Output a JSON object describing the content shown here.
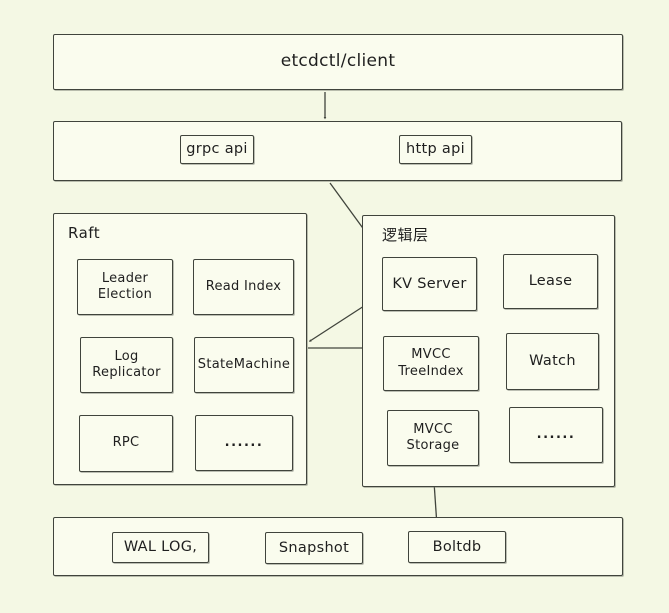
{
  "colors": {
    "background": "#f4f8e4",
    "box_fill": "#fafcee",
    "stroke": "#40443c",
    "text": "#1f1f1f"
  },
  "client_box": {
    "label": "etcdctl/client"
  },
  "api_box": {
    "items": [
      {
        "label": "grpc api"
      },
      {
        "label": "http api"
      }
    ]
  },
  "raft": {
    "title": "Raft",
    "items": [
      {
        "label": "Leader Election"
      },
      {
        "label": "Read Index"
      },
      {
        "label": "Log Replicator"
      },
      {
        "label": "StateMachine"
      },
      {
        "label": "RPC"
      },
      {
        "label": "......"
      }
    ]
  },
  "logic": {
    "title": "逻辑层",
    "items": [
      {
        "label": "KV Server"
      },
      {
        "label": "Lease"
      },
      {
        "label": "MVCC TreeIndex"
      },
      {
        "label": "Watch"
      },
      {
        "label": "MVCC Storage"
      },
      {
        "label": "......"
      }
    ]
  },
  "storage_box": {
    "items": [
      {
        "label": "WAL LOG,"
      },
      {
        "label": "Snapshot"
      },
      {
        "label": "Boltdb"
      }
    ]
  },
  "arrows": [
    {
      "from": "etcdctl/client",
      "to": "api layer"
    },
    {
      "from": "api layer",
      "to": "KV Server"
    },
    {
      "from": "KV Server",
      "to": "Raft"
    },
    {
      "from": "Raft",
      "to": "MVCC TreeIndex"
    },
    {
      "from": "MVCC TreeIndex",
      "to": "MVCC Storage"
    },
    {
      "from": "MVCC Storage",
      "to": "Boltdb"
    }
  ]
}
